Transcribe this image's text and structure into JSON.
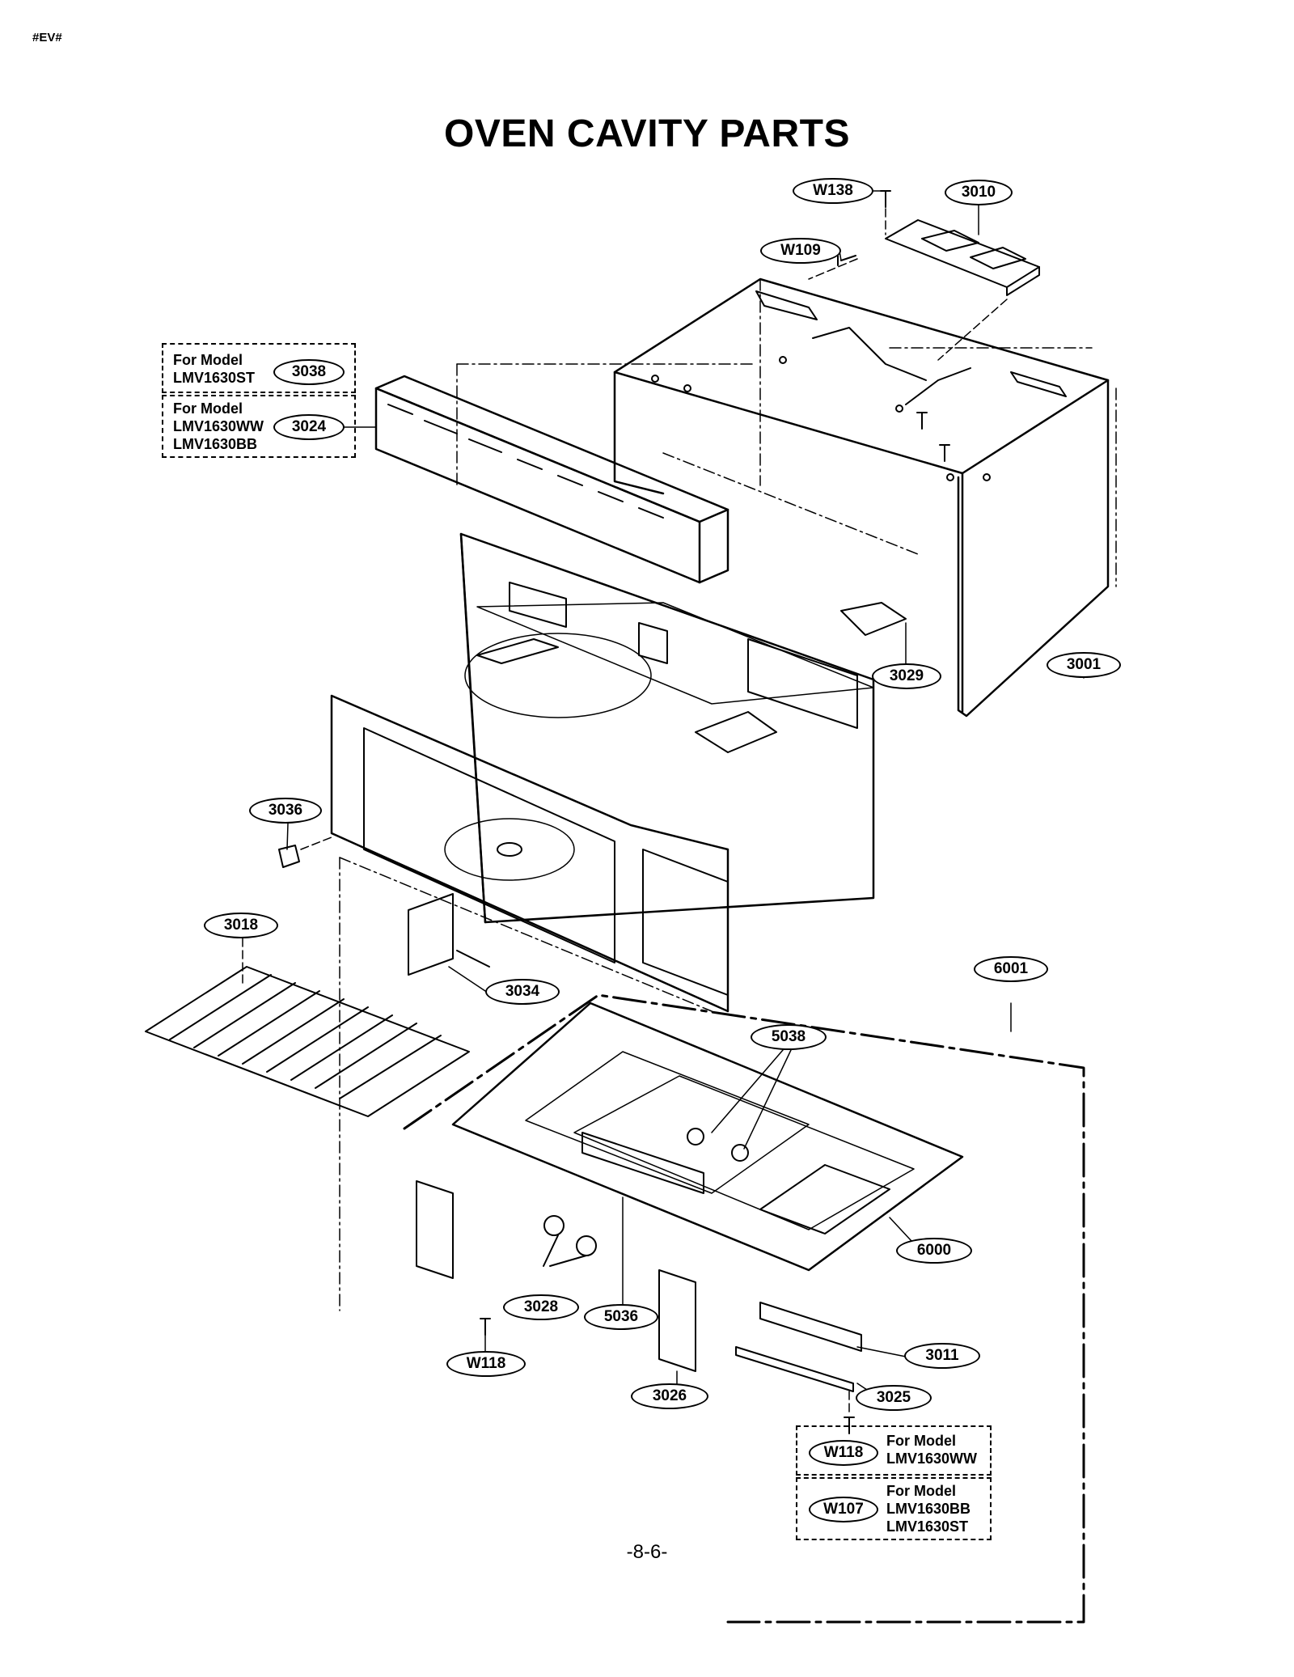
{
  "header": {
    "corner_code": "#EV#",
    "title": "OVEN CAVITY PARTS",
    "page_number": "-8-6-"
  },
  "callouts": {
    "w138": "W138",
    "p3010": "3010",
    "w109": "W109",
    "p3038": "3038",
    "p3024": "3024",
    "p3029": "3029",
    "p3001": "3001",
    "p3036": "3036",
    "p3018": "3018",
    "p3034": "3034",
    "p6001": "6001",
    "p5038": "5038",
    "p6000": "6000",
    "p3028": "3028",
    "p5036": "5036",
    "w118a": "W118",
    "p3026": "3026",
    "p3011": "3011",
    "p3025": "3025",
    "w118b": "W118",
    "w107": "W107"
  },
  "model_notes": {
    "top_3038": "For Model\nLMV1630ST",
    "top_3024": "For Model\nLMV1630WW\nLMV1630BB",
    "bottom_w118": "For Model\nLMV1630WW",
    "bottom_w107": "For Model\nLMV1630BB\nLMV1630ST"
  }
}
